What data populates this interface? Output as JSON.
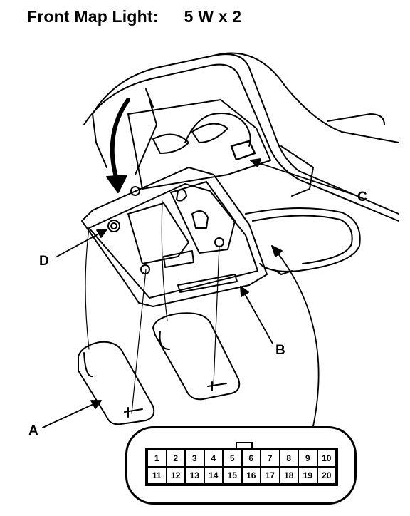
{
  "header": {
    "title": "Front Map Light:",
    "spec": "5 W x 2"
  },
  "callouts": {
    "a": "A",
    "b": "B",
    "c": "C",
    "d": "D"
  },
  "connector": {
    "pins_row1": [
      "1",
      "2",
      "3",
      "4",
      "5",
      "6",
      "7",
      "8",
      "9",
      "10"
    ],
    "pins_row2": [
      "11",
      "12",
      "13",
      "14",
      "15",
      "16",
      "17",
      "18",
      "19",
      "20"
    ]
  }
}
